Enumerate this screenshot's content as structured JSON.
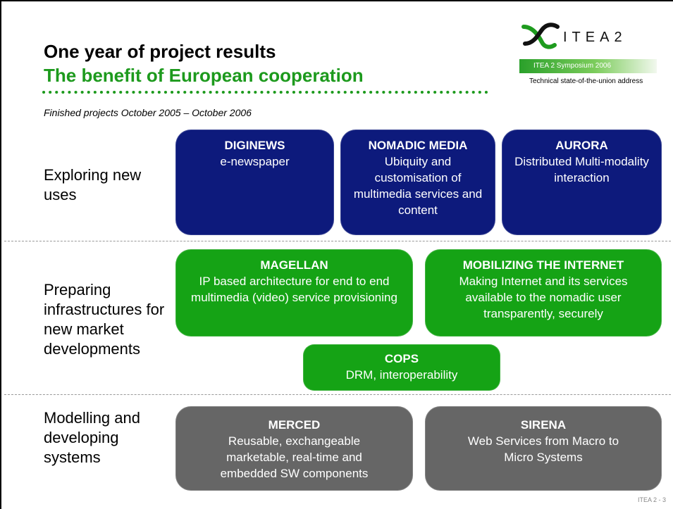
{
  "header": {
    "title": "One year of project results",
    "title_sub": "The benefit of European cooperation",
    "subtitle": "Finished projects October 2005 – October 2006"
  },
  "logo": {
    "name": "ITEA2",
    "band_text": "ITEA 2 Symposium 2006",
    "caption": "Technical state-of-the-union address"
  },
  "rows": [
    {
      "label": "Exploring new uses"
    },
    {
      "label": "Preparing infrastructures for new market developments"
    },
    {
      "label": "Modelling and developing systems"
    }
  ],
  "projects": [
    {
      "name": "DIGINEWS",
      "desc": "e-newspaper",
      "color": "#0d1a7c"
    },
    {
      "name": "NOMADIC MEDIA",
      "desc": "Ubiquity and customisation of multimedia services and content",
      "color": "#0d1a7c"
    },
    {
      "name": "AURORA",
      "desc": "Distributed Multi-modality interaction",
      "color": "#0d1a7c"
    },
    {
      "name": "MAGELLAN",
      "desc": "IP based architecture for end to end multimedia (video) service provisioning",
      "color": "#15a315"
    },
    {
      "name": "MOBILIZING THE INTERNET",
      "desc": "Making Internet and its services available to the nomadic user transparently, securely",
      "color": "#15a315"
    },
    {
      "name": "COPS",
      "desc": "DRM, interoperability",
      "color": "#15a315"
    },
    {
      "name": "MERCED",
      "desc": "Reusable, exchangeable marketable, real-time and embedded SW components",
      "color": "#666666"
    },
    {
      "name": "SIRENA",
      "desc": "Web Services from Macro to Micro Systems",
      "color": "#666666"
    }
  ],
  "footer": {
    "page": "ITEA 2  -  3"
  }
}
